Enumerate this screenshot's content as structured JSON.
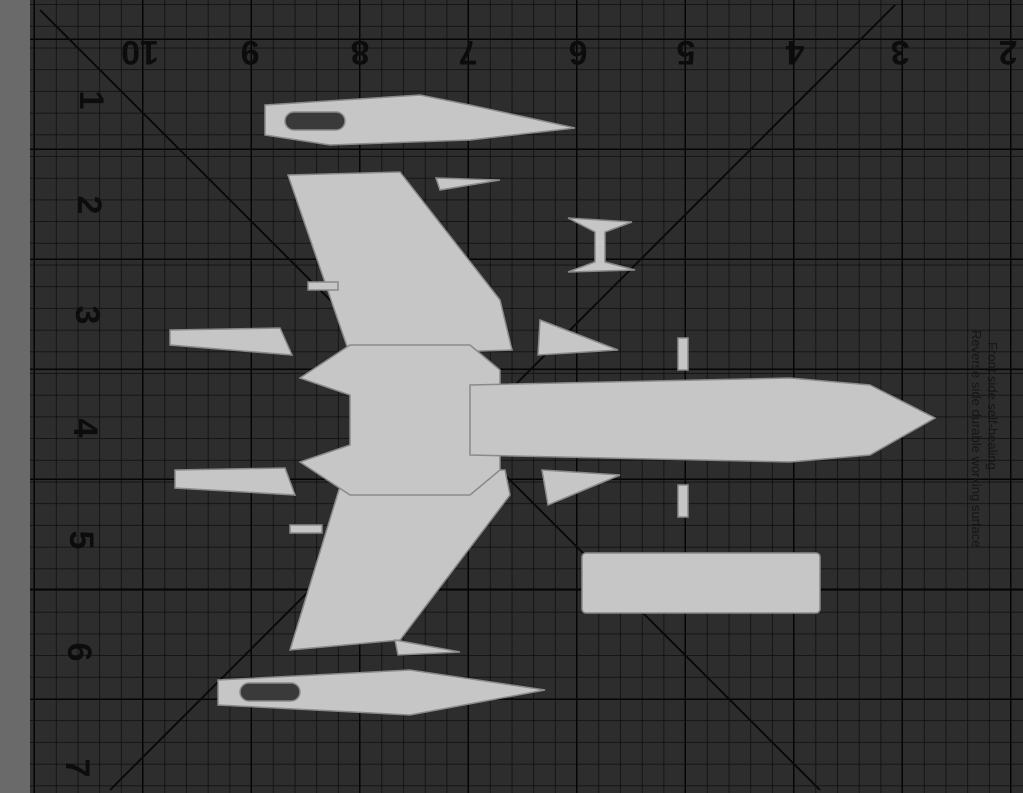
{
  "mat": {
    "top_scale": [
      "10",
      "9",
      "8",
      "7",
      "6",
      "5",
      "4",
      "3",
      "2"
    ],
    "left_scale": [
      "1",
      "2",
      "3",
      "4",
      "5",
      "6",
      "7"
    ],
    "label_line1": "Front side self-healing",
    "label_line2": "Reverse side durable working surface"
  },
  "colors": {
    "mat": "#2a2a2a",
    "grid": "#0e0e0e",
    "parts": "#c8c8c8"
  }
}
